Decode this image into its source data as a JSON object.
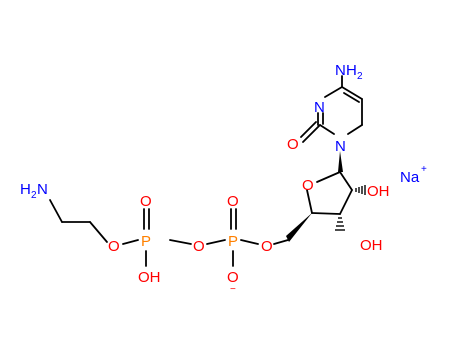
{
  "molecule": {
    "colors": {
      "bond": "#000000",
      "oxygen": "#ff0000",
      "nitrogen": "#0000ff",
      "phosphorus": "#ff8000",
      "sodium": "#0000ff",
      "carbon": "#000000"
    },
    "labels": {
      "nh2_n": "N",
      "nh2_h": "H",
      "nh2_2": "2",
      "ring_n3": "N",
      "ring_n1": "N",
      "c2_o": "O",
      "sodium": "Na",
      "sodium_charge": "+",
      "oh_2prime": "OH",
      "oh_3prime": "OH",
      "ring_o": "O",
      "o5prime": "O",
      "p_alpha": "P",
      "p_alpha_oxo": "O",
      "p_alpha_ominus": "O",
      "ominus_charge": "−",
      "bridge_o": "O",
      "p_beta": "P",
      "p_beta_oxo": "O",
      "p_beta_oh": "OH",
      "ester_o": "O",
      "amine_h": "H",
      "amine_2": "2",
      "amine_n": "N"
    }
  }
}
